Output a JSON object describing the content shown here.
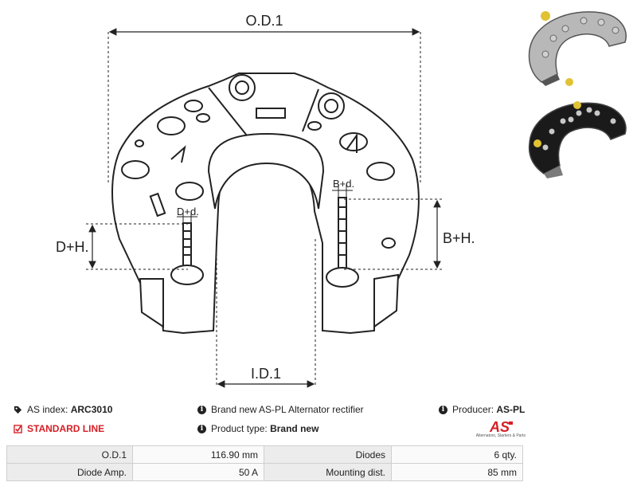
{
  "drawing": {
    "od_label": "O.D.1",
    "id_label": "I.D.1",
    "dh_label": "D+H.",
    "bh_label": "B+H.",
    "dd_label": "D+d.",
    "bd_label": "B+d."
  },
  "info": {
    "as_index_label": "AS index:",
    "as_index_value": "ARC3010",
    "standard_line": "STANDARD LINE",
    "description": "Brand new AS-PL Alternator rectifier",
    "product_type_label": "Product type:",
    "product_type_value": "Brand new",
    "producer_label": "Producer:",
    "producer_value": "AS-PL",
    "logo_text": "AS",
    "logo_subtitle": "Alternators, Starters & Parts"
  },
  "specs": [
    {
      "label": "O.D.1",
      "value": "116.90 mm",
      "label2": "Diodes",
      "value2": "6 qty."
    },
    {
      "label": "Diode Amp.",
      "value": "50 A",
      "label2": "Mounting dist.",
      "value2": "85 mm"
    }
  ],
  "colors": {
    "accent_red": "#d61f26",
    "line": "#222222"
  },
  "icons": {
    "tag": "tag-icon",
    "check": "checkbox-icon",
    "info": "info-icon"
  }
}
